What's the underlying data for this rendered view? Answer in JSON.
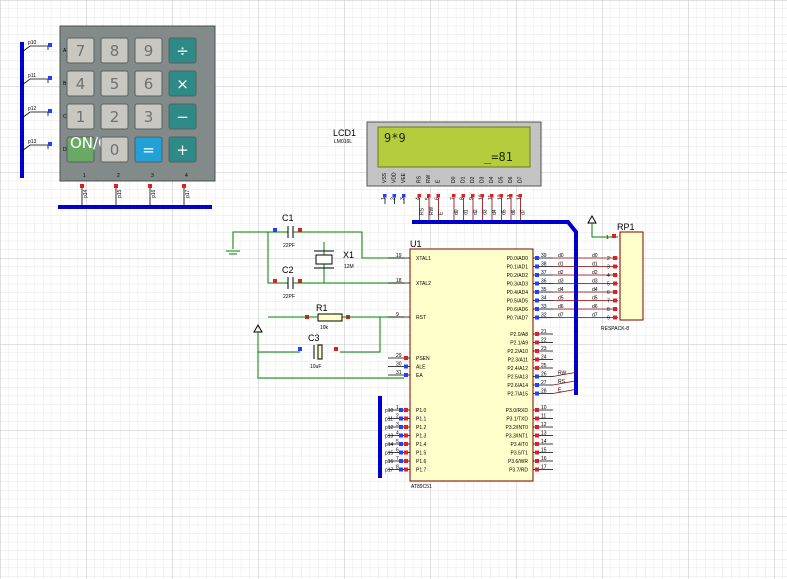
{
  "colors": {
    "wire": "#008000",
    "bus": "#0000cc",
    "chip": "#ffffcc",
    "chip_border": "#800000",
    "keypad": "#808888",
    "lcd_screen": "#b5cc3c",
    "lcd_body": "#c8c8c8"
  },
  "keypad": {
    "keys": [
      {
        "label": "7",
        "style": "gray"
      },
      {
        "label": "8",
        "style": "gray"
      },
      {
        "label": "9",
        "style": "gray"
      },
      {
        "label": "÷",
        "style": "op"
      },
      {
        "label": "4",
        "style": "gray"
      },
      {
        "label": "5",
        "style": "gray"
      },
      {
        "label": "6",
        "style": "gray"
      },
      {
        "label": "×",
        "style": "op"
      },
      {
        "label": "1",
        "style": "gray"
      },
      {
        "label": "2",
        "style": "gray"
      },
      {
        "label": "3",
        "style": "gray"
      },
      {
        "label": "−",
        "style": "op"
      },
      {
        "label": "ON/C",
        "style": "on"
      },
      {
        "label": "0",
        "style": "gray"
      },
      {
        "label": "=",
        "style": "eq"
      },
      {
        "label": "+",
        "style": "op"
      }
    ],
    "row_letters": [
      "A",
      "B",
      "C",
      "D"
    ],
    "col_numbers": [
      "1",
      "2",
      "3",
      "4"
    ],
    "row_nets": [
      "p10",
      "p11",
      "p12",
      "p13"
    ],
    "col_nets": [
      "p14",
      "p15",
      "p16",
      "p17"
    ]
  },
  "lcd": {
    "ref": "LCD1",
    "model": "LM016L",
    "line1": "9*9",
    "line2": "_=81",
    "pin_names": [
      "VSS",
      "VDD",
      "VEE",
      "RS",
      "RW",
      "E",
      "D0",
      "D1",
      "D2",
      "D3",
      "D4",
      "D5",
      "D6",
      "D7"
    ],
    "pin_numbers": [
      "1",
      "2",
      "3",
      "4",
      "5",
      "6",
      "7",
      "8",
      "9",
      "10",
      "11",
      "12",
      "13",
      "14"
    ],
    "net_labels": [
      "RS",
      "RW",
      "E",
      "d0",
      "d1",
      "d2",
      "d3",
      "d4",
      "d5",
      "d6",
      "d7"
    ]
  },
  "components": {
    "c1": {
      "ref": "C1",
      "value": "22PF"
    },
    "c2": {
      "ref": "C2",
      "value": "22PF"
    },
    "x1": {
      "ref": "X1",
      "value": "12M"
    },
    "r1": {
      "ref": "R1",
      "value": "10k"
    },
    "c3": {
      "ref": "C3",
      "value": "10uF"
    },
    "rp1": {
      "ref": "RP1",
      "value": "RESPACK-8",
      "pin1": "1",
      "pins": [
        "2",
        "3",
        "4",
        "5",
        "6",
        "7",
        "8",
        "9"
      ]
    }
  },
  "mcu": {
    "ref": "U1",
    "model": "AT89C51",
    "left_top": [
      {
        "num": "19",
        "name": "XTAL1"
      },
      {
        "num": "18",
        "name": "XTAL2"
      },
      {
        "num": "9",
        "name": "RST"
      }
    ],
    "left_mid": [
      {
        "num": "29",
        "name": "PSEN"
      },
      {
        "num": "30",
        "name": "ALE"
      },
      {
        "num": "31",
        "name": "EA"
      }
    ],
    "p1": [
      {
        "num": "1",
        "name": "P1.0",
        "net": "p10"
      },
      {
        "num": "2",
        "name": "P1.1",
        "net": "p11"
      },
      {
        "num": "3",
        "name": "P1.2",
        "net": "p12"
      },
      {
        "num": "4",
        "name": "P1.3",
        "net": "p13"
      },
      {
        "num": "5",
        "name": "P1.4",
        "net": "p14"
      },
      {
        "num": "6",
        "name": "P1.5",
        "net": "p15"
      },
      {
        "num": "7",
        "name": "P1.6",
        "net": "p16"
      },
      {
        "num": "8",
        "name": "P1.7",
        "net": "p17"
      }
    ],
    "p0": [
      {
        "num": "39",
        "name": "P0.0/AD0",
        "net": "d0"
      },
      {
        "num": "38",
        "name": "P0.1/AD1",
        "net": "d1"
      },
      {
        "num": "37",
        "name": "P0.2/AD2",
        "net": "d2"
      },
      {
        "num": "36",
        "name": "P0.3/AD3",
        "net": "d3"
      },
      {
        "num": "35",
        "name": "P0.4/AD4",
        "net": "d4"
      },
      {
        "num": "34",
        "name": "P0.5/AD5",
        "net": "d5"
      },
      {
        "num": "33",
        "name": "P0.6/AD6",
        "net": "d6"
      },
      {
        "num": "32",
        "name": "P0.7/AD7",
        "net": "d7"
      }
    ],
    "p2": [
      {
        "num": "21",
        "name": "P2.0/A8",
        "net": ""
      },
      {
        "num": "22",
        "name": "P2.1/A9",
        "net": ""
      },
      {
        "num": "23",
        "name": "P2.2/A10",
        "net": ""
      },
      {
        "num": "24",
        "name": "P2.3/A11",
        "net": ""
      },
      {
        "num": "25",
        "name": "P2.4/A12",
        "net": ""
      },
      {
        "num": "26",
        "name": "P2.5/A13",
        "net": "RW"
      },
      {
        "num": "27",
        "name": "P2.6/A14",
        "net": "RS"
      },
      {
        "num": "28",
        "name": "P2.7/A15",
        "net": "E"
      }
    ],
    "p3": [
      {
        "num": "10",
        "name": "P3.0/RXD"
      },
      {
        "num": "11",
        "name": "P3.1/TXD"
      },
      {
        "num": "12",
        "name": "P3.2/INT0"
      },
      {
        "num": "13",
        "name": "P3.3/INT1"
      },
      {
        "num": "14",
        "name": "P3.4/T0"
      },
      {
        "num": "15",
        "name": "P3.5/T1"
      },
      {
        "num": "16",
        "name": "P3.6/WR"
      },
      {
        "num": "17",
        "name": "P3.7/RD"
      }
    ]
  }
}
